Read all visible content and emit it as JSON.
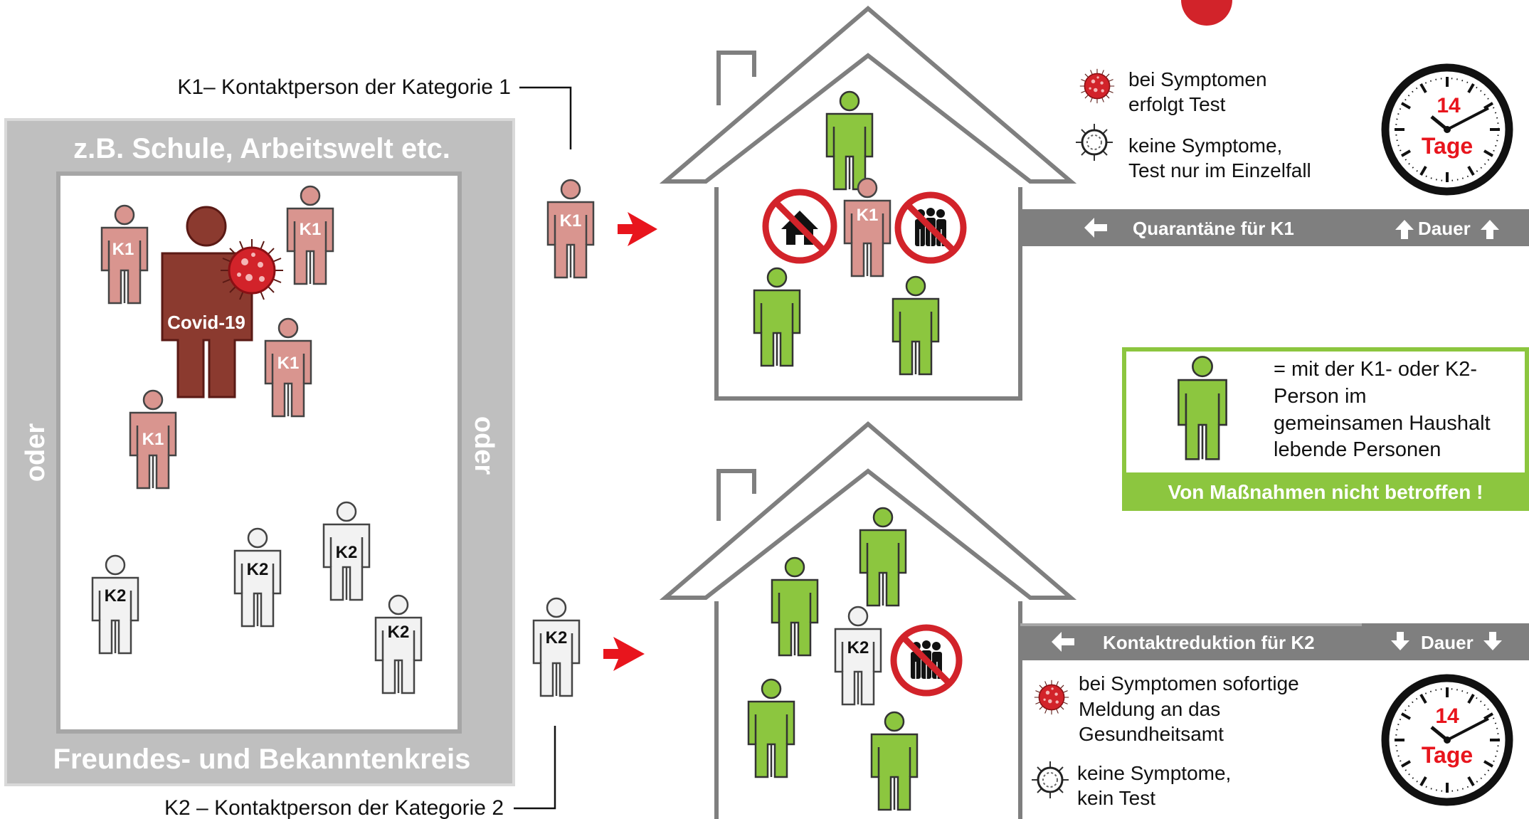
{
  "labels": {
    "k1_caption": "K1– Kontaktperson der Kategorie 1",
    "k2_caption": "K2 – Kontaktperson der Kategorie 2",
    "frame_top": "z.B. Schule, Arbeitswelt etc.",
    "frame_bottom": "Freundes- und Bekanntenkreis",
    "frame_left": "oder",
    "frame_right": "oder",
    "covid": "Covid-19",
    "k1": "K1",
    "k2": "K2"
  },
  "k1_panel": {
    "symptoms_line1": "bei Symptomen",
    "symptoms_line2": "erfolgt Test",
    "nosymptoms_line1": "keine Symptome,",
    "nosymptoms_line2": "Test nur im Einzelfall",
    "bar_label": "Quarantäne für K1",
    "duration_label": "Dauer",
    "clock_number": "14",
    "clock_unit": "Tage"
  },
  "legend": {
    "line1": "= mit der K1- oder K2-",
    "line2": "Person im",
    "line3": "gemeinsamen Haushalt",
    "line4": "lebende Personen",
    "footer": "Von Maßnahmen nicht betroffen !"
  },
  "k2_panel": {
    "bar_label": "Kontaktreduktion für K2",
    "duration_label": "Dauer",
    "symptoms_line1": "bei Symptomen sofortige",
    "symptoms_line2": "Meldung an das",
    "symptoms_line3": "Gesundheitsamt",
    "nosymptoms_line1": "keine Symptome,",
    "nosymptoms_line2": "kein Test",
    "clock_number": "14",
    "clock_unit": "Tage"
  },
  "colors": {
    "frame_gray": "#bfbfbf",
    "bar_gray": "#7f7f7f",
    "house_gray": "#7f7f7f",
    "k1_pink": "#d9958f",
    "covid_brown": "#8b3a2f",
    "k2_white": "#f2f2f2",
    "household_green": "#8cc63f",
    "arrow_red": "#e8151d",
    "clock_red": "#e8151d"
  }
}
